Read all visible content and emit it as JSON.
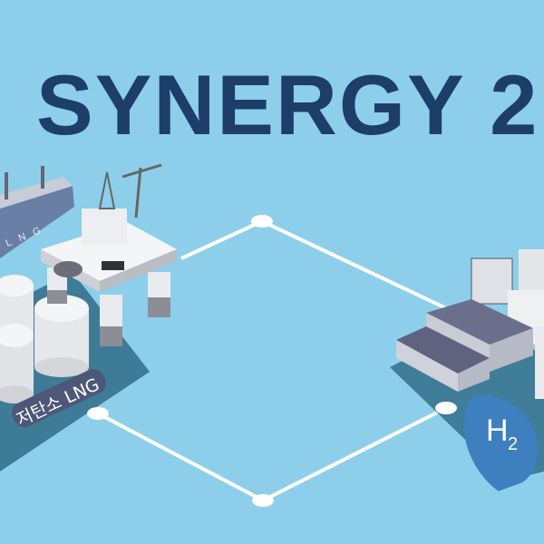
{
  "title": "SYNERGY 2.",
  "left_site": {
    "label": "저탄소 LNG",
    "ship_label": "LNG"
  },
  "right_site": {
    "badge_main": "H",
    "badge_sub": "2"
  },
  "colors": {
    "background": "#8dcfea",
    "title": "#1d3e69",
    "platform": "#3f7d98",
    "badge": "#3d7fbf",
    "label_bg": "#4d5777"
  }
}
